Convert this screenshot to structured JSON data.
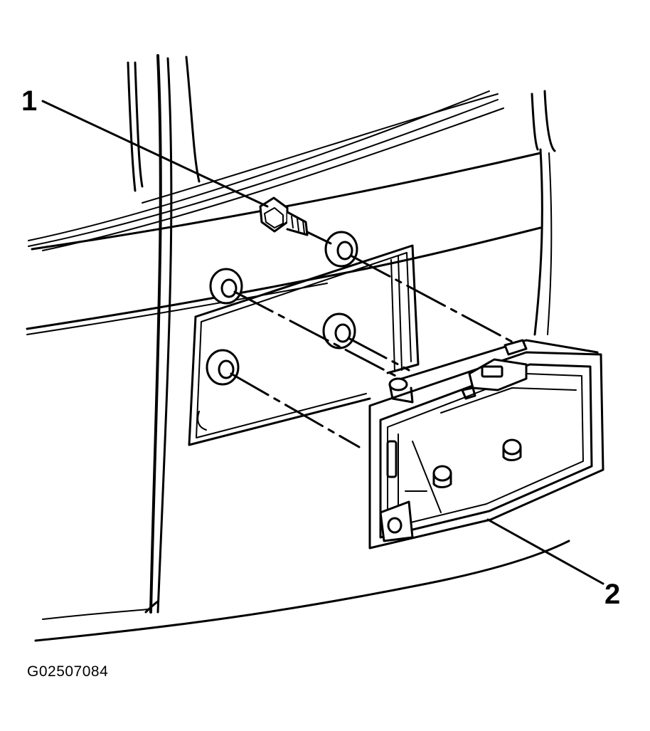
{
  "callouts": {
    "fastener": "1",
    "lamp_housing": "2"
  },
  "figure_id": "G02507084",
  "colors": {
    "ink": "#000000",
    "paper": "#ffffff",
    "fill": "#f4f4f4"
  }
}
